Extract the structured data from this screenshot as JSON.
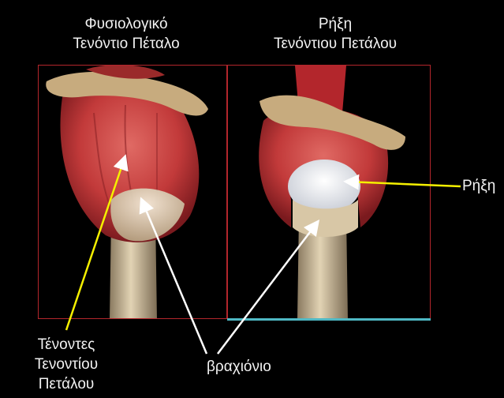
{
  "titles": {
    "left": [
      "Φυσιολογικό",
      "Τενόντιο Πέταλο"
    ],
    "right": [
      "Ρήξη",
      "Τενόντιου Πετάλου"
    ]
  },
  "labels": {
    "tendons": [
      "Τένοντες",
      "Τενοντίου",
      "Πετάλου"
    ],
    "humerus": "βραχιόνιο",
    "tear": "Ρήξη"
  },
  "colors": {
    "background": "#000000",
    "panel_border": "#b3262c",
    "baseline": "#4fb8c4",
    "arrow_yellow": "#f5f000",
    "arrow_white": "#ffffff",
    "muscle": "#c9403f",
    "bone": "#d8c7a6"
  }
}
